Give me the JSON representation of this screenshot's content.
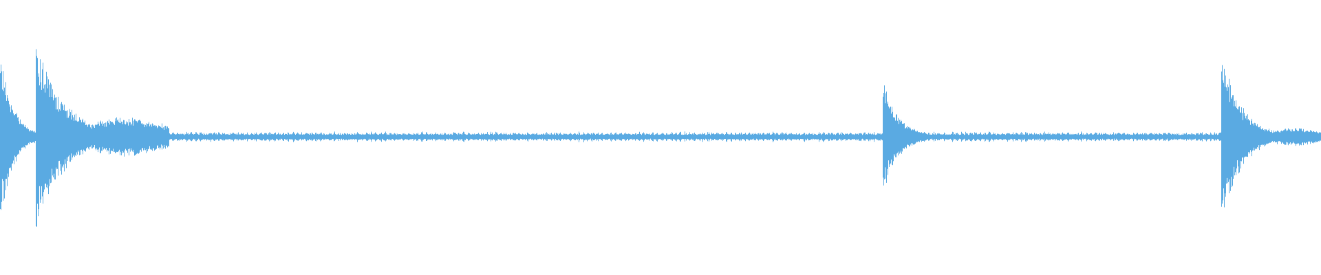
{
  "waveform": {
    "color": "#5aaae2",
    "background": "#ffffff",
    "transients": [
      {
        "time": 0.0,
        "peak": 0.58,
        "decay": 0.01
      },
      {
        "time": 0.027,
        "peak": 0.62,
        "decay": 0.022
      },
      {
        "time": 0.668,
        "peak": 0.4,
        "decay": 0.012
      },
      {
        "time": 0.924,
        "peak": 0.6,
        "decay": 0.015
      }
    ],
    "sustain_regions": [
      {
        "start": 0.005,
        "end": 0.024,
        "level": 0.05
      },
      {
        "start": 0.062,
        "end": 0.128,
        "level": 0.11
      },
      {
        "start": 0.958,
        "end": 1.0,
        "level": 0.05
      }
    ],
    "noise_floor": 0.025
  }
}
